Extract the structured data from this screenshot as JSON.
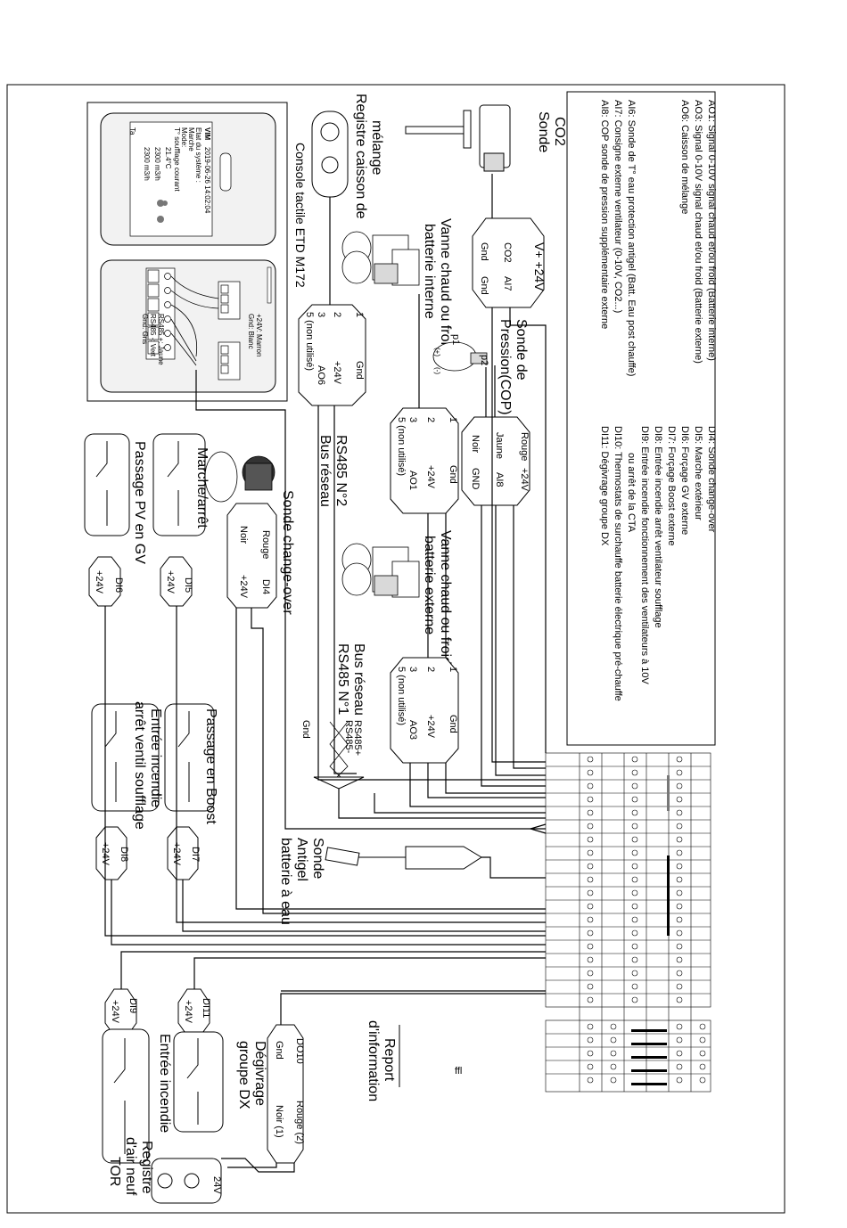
{
  "legend": {
    "ao_lines": [
      "AO1: Signal 0-10V signal chaud et/ou froid (Batterie interne)",
      "AO3: Signal 0-10V signal chaud et/ou froid (Batterie externe)",
      "AO6: Caisson de mélange"
    ],
    "ai_lines": [
      "AI6: Sonde de T° eau protection antigel (Batt. Eau post chauffe)",
      "AI7: Consigne externe ventilateur (0-10V, CO2...)",
      "AI8: COP sonde de pression supplémentaire externe"
    ],
    "di_lines": [
      "DI4: Sonde change-over",
      "DI5: Marche extérieur",
      "DI6: Forçage GV externe",
      "DI7: Forçage Boost externe",
      "DI8: Entrée incendie arrêt ventilateur soufflage",
      "DI9: Entrée incendie fonctionnement des ventilateurs à 10V",
      "ou arrêt de la CTA",
      "DI10: Thermostats de surchauffe batterie électrique pré-chauffe",
      "DI11: Dégivrage groupe DX"
    ]
  },
  "components": {
    "sonde_co2": [
      "Sonde",
      "CO2"
    ],
    "registre_caisson": [
      "Registre caisson de",
      "mélange"
    ],
    "console": "Console tactile ETD M172",
    "vanne_interne": [
      "Vanne chaud ou froid",
      "batterie interne"
    ],
    "vanne_externe": [
      "Vanne chaud ou froid",
      "batterie externe"
    ],
    "sonde_pression": [
      "Sonde de",
      "Pression(COP)"
    ],
    "bus2": [
      "Bus réseau",
      "RS485 N°2"
    ],
    "bus1": [
      "Bus réseau",
      "RS485 N°1"
    ],
    "sonde_change_over": "Sonde change-over",
    "sonde_antigel": [
      "Sonde",
      "Antigel",
      "batterie à eau"
    ],
    "marche_arret": "Marche/arrêt",
    "passage_pv": "Passage PV en GV",
    "passage_boost": "Passage en Boost",
    "entree_incendie_arret": [
      "Entrée incendie",
      "arrêt ventil soufflage"
    ],
    "entree_incendie": "Entrée incendie",
    "degivrage": [
      "Dégivrage",
      "groupe DX"
    ],
    "report": [
      "Report",
      "d'information"
    ],
    "registre_air_neuf": [
      "Registre",
      "d'air neuf",
      "TOR"
    ],
    "stray_mark": "ffl"
  },
  "connectors": {
    "co2": {
      "top": "V+ +24V",
      "sig": [
        "CO2",
        "AI7"
      ],
      "gnd": [
        "Gnd",
        "Gnd"
      ]
    },
    "cop": {
      "top": [
        "Rouge",
        "+24V"
      ],
      "mid": [
        "Jaune",
        "AI8"
      ],
      "bot": [
        "Noir",
        "GND"
      ],
      "p1": "p1",
      "p2": "p2",
      "plus": "(+)",
      "minus": "(-)"
    },
    "ao6": {
      "n1": "1",
      "gnd": "Gnd",
      "n2": "2",
      "v24": "+24V",
      "sig": "AO6",
      "n3": "3",
      "n5": "5 (non utilisé)"
    },
    "ao1": {
      "n1": "1",
      "gnd": "Gnd",
      "n2": "2",
      "v24": "+24V",
      "sig": "AO1",
      "n3": "3",
      "n5": "5 (non utilisé)"
    },
    "ao3": {
      "n1": "1",
      "gnd": "Gnd",
      "n2": "2",
      "v24": "+24V",
      "sig": "AO3",
      "n3": "3",
      "n5": "5 (non utilisé)"
    },
    "di4": {
      "a": "Rouge",
      "b": "Noir",
      "c": "DI4",
      "d": "+24V"
    },
    "di5": {
      "c": "DI5",
      "d": "+24V"
    },
    "di6": {
      "c": "DI6",
      "d": "+24V"
    },
    "di7": {
      "c": "DI7",
      "d": "+24V"
    },
    "di8": {
      "c": "DI8",
      "d": "+24V"
    },
    "di9": {
      "c": "DI9",
      "d": "+24V"
    },
    "di11": {
      "c": "DI11",
      "d": "+24V"
    },
    "do10": {
      "a": "DO10",
      "b": "Gnd",
      "c": "Rouge (2)",
      "d": "Noir (1)"
    },
    "rs485": {
      "a": "RS485+",
      "b": "RS485-",
      "gnd": "Gnd"
    },
    "air_neuf": "24V"
  },
  "console_screen": {
    "logo": "VIM",
    "date": "2019-06-26 14:02:04",
    "lines": [
      "Etat du système :",
      "Marche",
      "Mode:",
      "T° soufflage courant",
      "21.4°C",
      "2300 m3/h",
      "2300 m3/h",
      "Ta"
    ],
    "wiring": [
      "+24V: Marron",
      "Gnd: Blanc",
      "RS485 +: Jaune",
      "RS485 -: Vert",
      "Gnd: Gris"
    ]
  },
  "colors": {
    "line": "#000000",
    "fill_light": "#f2f2f2",
    "fill_mid": "#d9d9d9"
  }
}
